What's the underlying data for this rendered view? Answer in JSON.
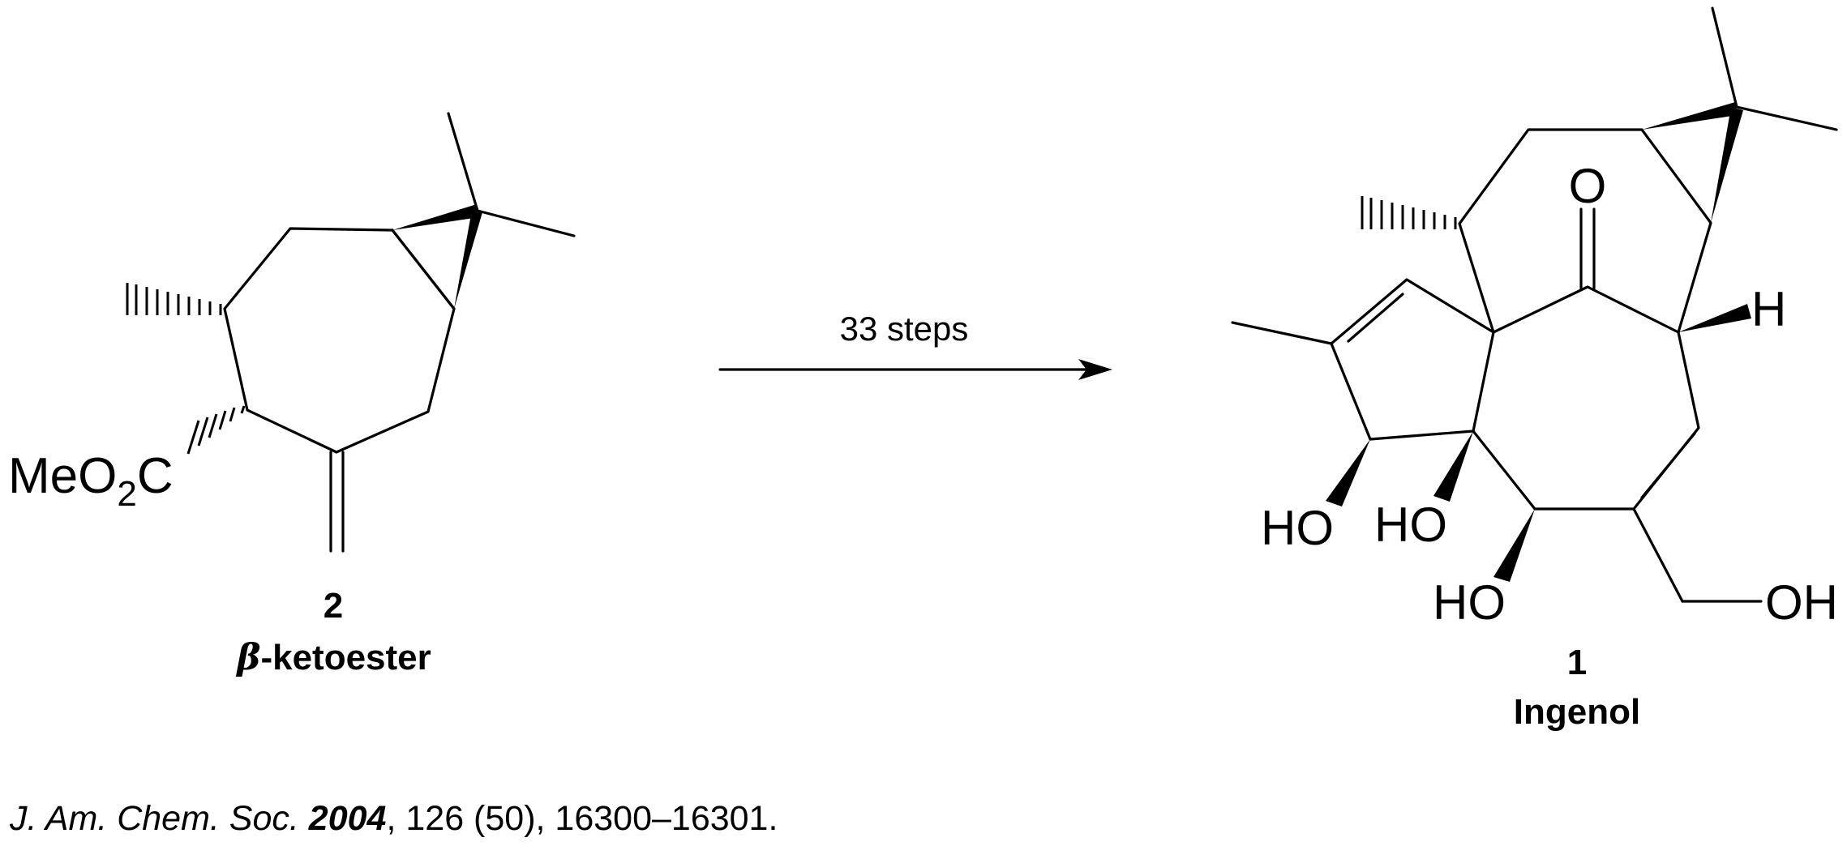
{
  "reactant": {
    "ester_group": {
      "me": "MeO",
      "sub": "2",
      "c": "C"
    },
    "number": "2",
    "name_greek": "β",
    "name_rest": "-ketoester"
  },
  "arrow": {
    "label": "33 steps"
  },
  "product": {
    "ketone_o": "O",
    "hydrogen": "H",
    "hydroxyls": [
      "HO",
      "HO",
      "HO",
      "OH"
    ],
    "number": "1",
    "name": "Ingenol"
  },
  "citation": {
    "journal": "J. Am. Chem. Soc.",
    "year": "2004",
    "rest": ", 126 (50), 16300–16301."
  }
}
